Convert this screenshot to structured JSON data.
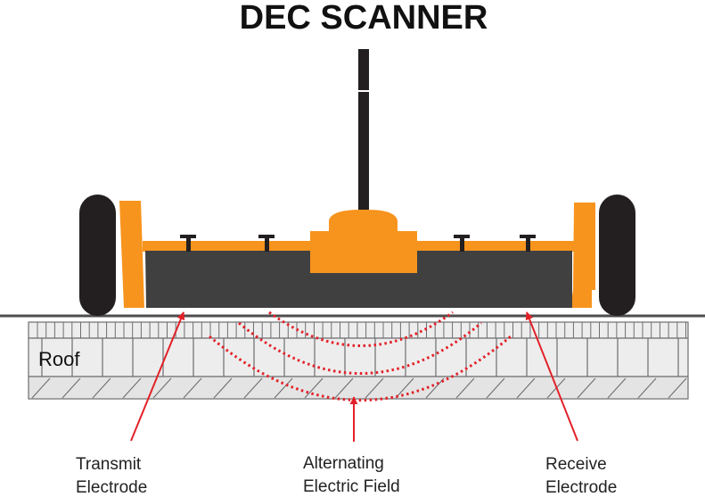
{
  "title": "DEC SCANNER",
  "roof_label": "Roof",
  "labels": {
    "transmit": [
      "Transmit",
      "Electrode"
    ],
    "field": [
      "Alternating",
      "Electric Field"
    ],
    "receive": [
      "Receive",
      "Electrode"
    ]
  },
  "colors": {
    "orange": "#F7941D",
    "dark_body": "#404041",
    "wheel": "#231F20",
    "arrow_red": "#E32128",
    "roof_fill": "#EDEDED",
    "roof_line": "#6D6E71"
  },
  "field_arcs": 3
}
